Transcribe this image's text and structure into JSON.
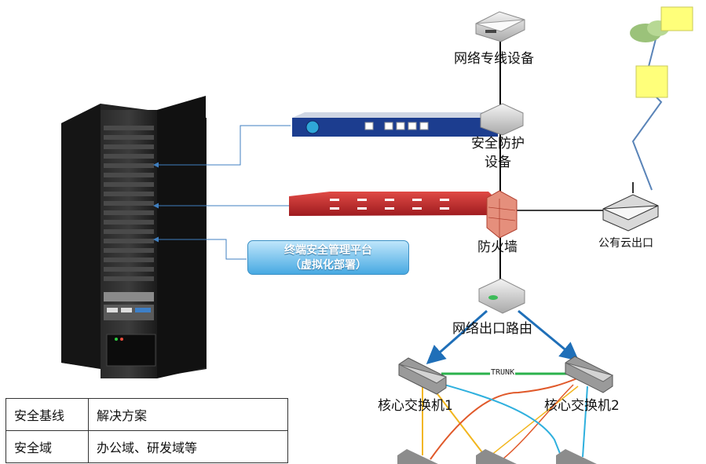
{
  "labels": {
    "dedicated_line": "网络专线设备",
    "security_device_line1": "安全防护",
    "security_device_line2": "设备",
    "firewall": "防火墙",
    "public_cloud": "公有云出口",
    "router": "网络出口路由",
    "core_switch_1": "核心交换机1",
    "core_switch_2": "核心交换机2",
    "trunk": "TRUNK"
  },
  "platform": {
    "line1": "终端安全管理平台",
    "line2": "（虚拟化部署）"
  },
  "table": {
    "rows": [
      [
        "安全基线",
        "解决方案"
      ],
      [
        "安全域",
        "办公域、研发域等"
      ]
    ]
  },
  "colors": {
    "link_blue": "#1f6fb8",
    "trunk_green": "#2bb24c",
    "link_yellow": "#f2b61e",
    "link_orange": "#e0592a",
    "link_cyan": "#2fb0de",
    "firewall_red": "#c8232b"
  }
}
